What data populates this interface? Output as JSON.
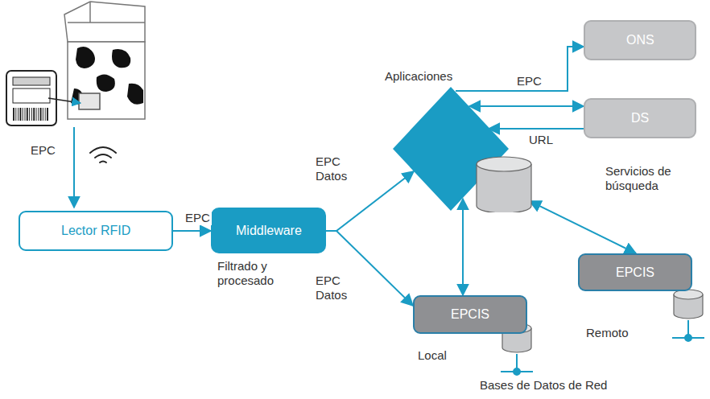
{
  "diagram": {
    "nodes": [
      {
        "text": [
          "Lector RFID"
        ]
      },
      {
        "text": [
          "Middleware",
          "Filtrado y procesado"
        ]
      },
      {
        "text": [
          "Aplicaciones"
        ]
      },
      {
        "text": [
          "ONS"
        ]
      },
      {
        "text": [
          "DS"
        ]
      },
      {
        "text": [
          "EPCIS",
          "Local"
        ]
      },
      {
        "text": [
          "EPCIS",
          "Remoto"
        ]
      }
    ],
    "edges": [
      {
        "from": 0,
        "to": 1,
        "label": "EPC",
        "arrow": "to"
      },
      {
        "from": 1,
        "to": 2,
        "label": "EPC Datos",
        "arrow": "to"
      },
      {
        "from": 1,
        "to": 5,
        "label": "EPC Datos",
        "arrow": "to"
      },
      {
        "from": 2,
        "to": 3,
        "label": "EPC",
        "arrow": "to"
      },
      {
        "from": 2,
        "to": 4,
        "arrow": "both"
      },
      {
        "from": 4,
        "to": 2,
        "label": "URL",
        "arrow": "to"
      },
      {
        "from": 2,
        "to": 5,
        "arrow": "both"
      },
      {
        "from": 2,
        "to": 6,
        "arrow": "both"
      }
    ],
    "labels": [
      "EPC",
      "Servicios de búsqueda",
      "Bases de Datos de Red"
    ]
  }
}
